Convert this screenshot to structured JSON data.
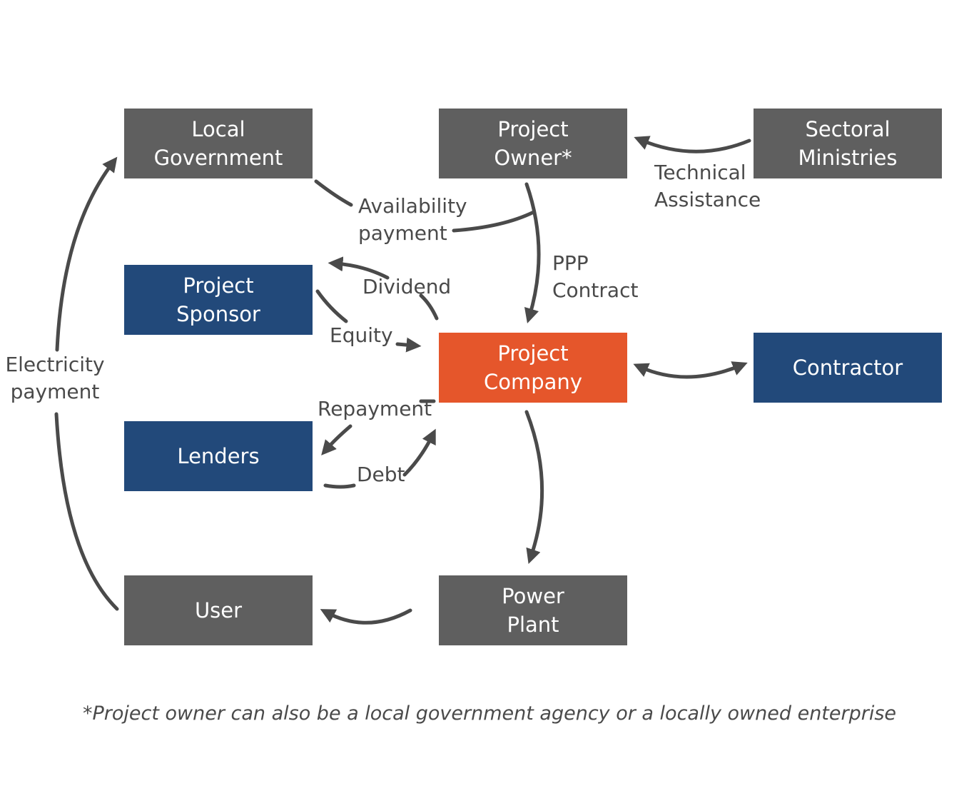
{
  "colors": {
    "gray": "#5f5f5f",
    "navy": "#22497a",
    "orange": "#e5562b",
    "arrow": "#4a4a4a",
    "text": "#4a4a4a"
  },
  "nodes": {
    "local_government": {
      "label": "Local\nGovernment",
      "color": "#5f5f5f"
    },
    "project_owner": {
      "label": "Project\nOwner*",
      "color": "#5f5f5f"
    },
    "sectoral_ministries": {
      "label": "Sectoral\nMinistries",
      "color": "#5f5f5f"
    },
    "project_sponsor": {
      "label": "Project\nSponsor",
      "color": "#22497a"
    },
    "project_company": {
      "label": "Project\nCompany",
      "color": "#e5562b"
    },
    "contractor": {
      "label": "Contractor",
      "color": "#22497a"
    },
    "lenders": {
      "label": "Lenders",
      "color": "#22497a"
    },
    "user": {
      "label": "User",
      "color": "#5f5f5f"
    },
    "power_plant": {
      "label": "Power\nPlant",
      "color": "#5f5f5f"
    }
  },
  "edges": {
    "technical_assistance": "Technical\nAssistance",
    "availability_payment": "Availability\npayment",
    "ppp_contract": "PPP\nContract",
    "dividend": "Dividend",
    "equity": "Equity",
    "repayment": "Repayment",
    "debt": "Debt",
    "electricity_payment": "Electricity\npayment"
  },
  "footnote": "*Project owner can also be a local government agency or a locally owned enterprise"
}
